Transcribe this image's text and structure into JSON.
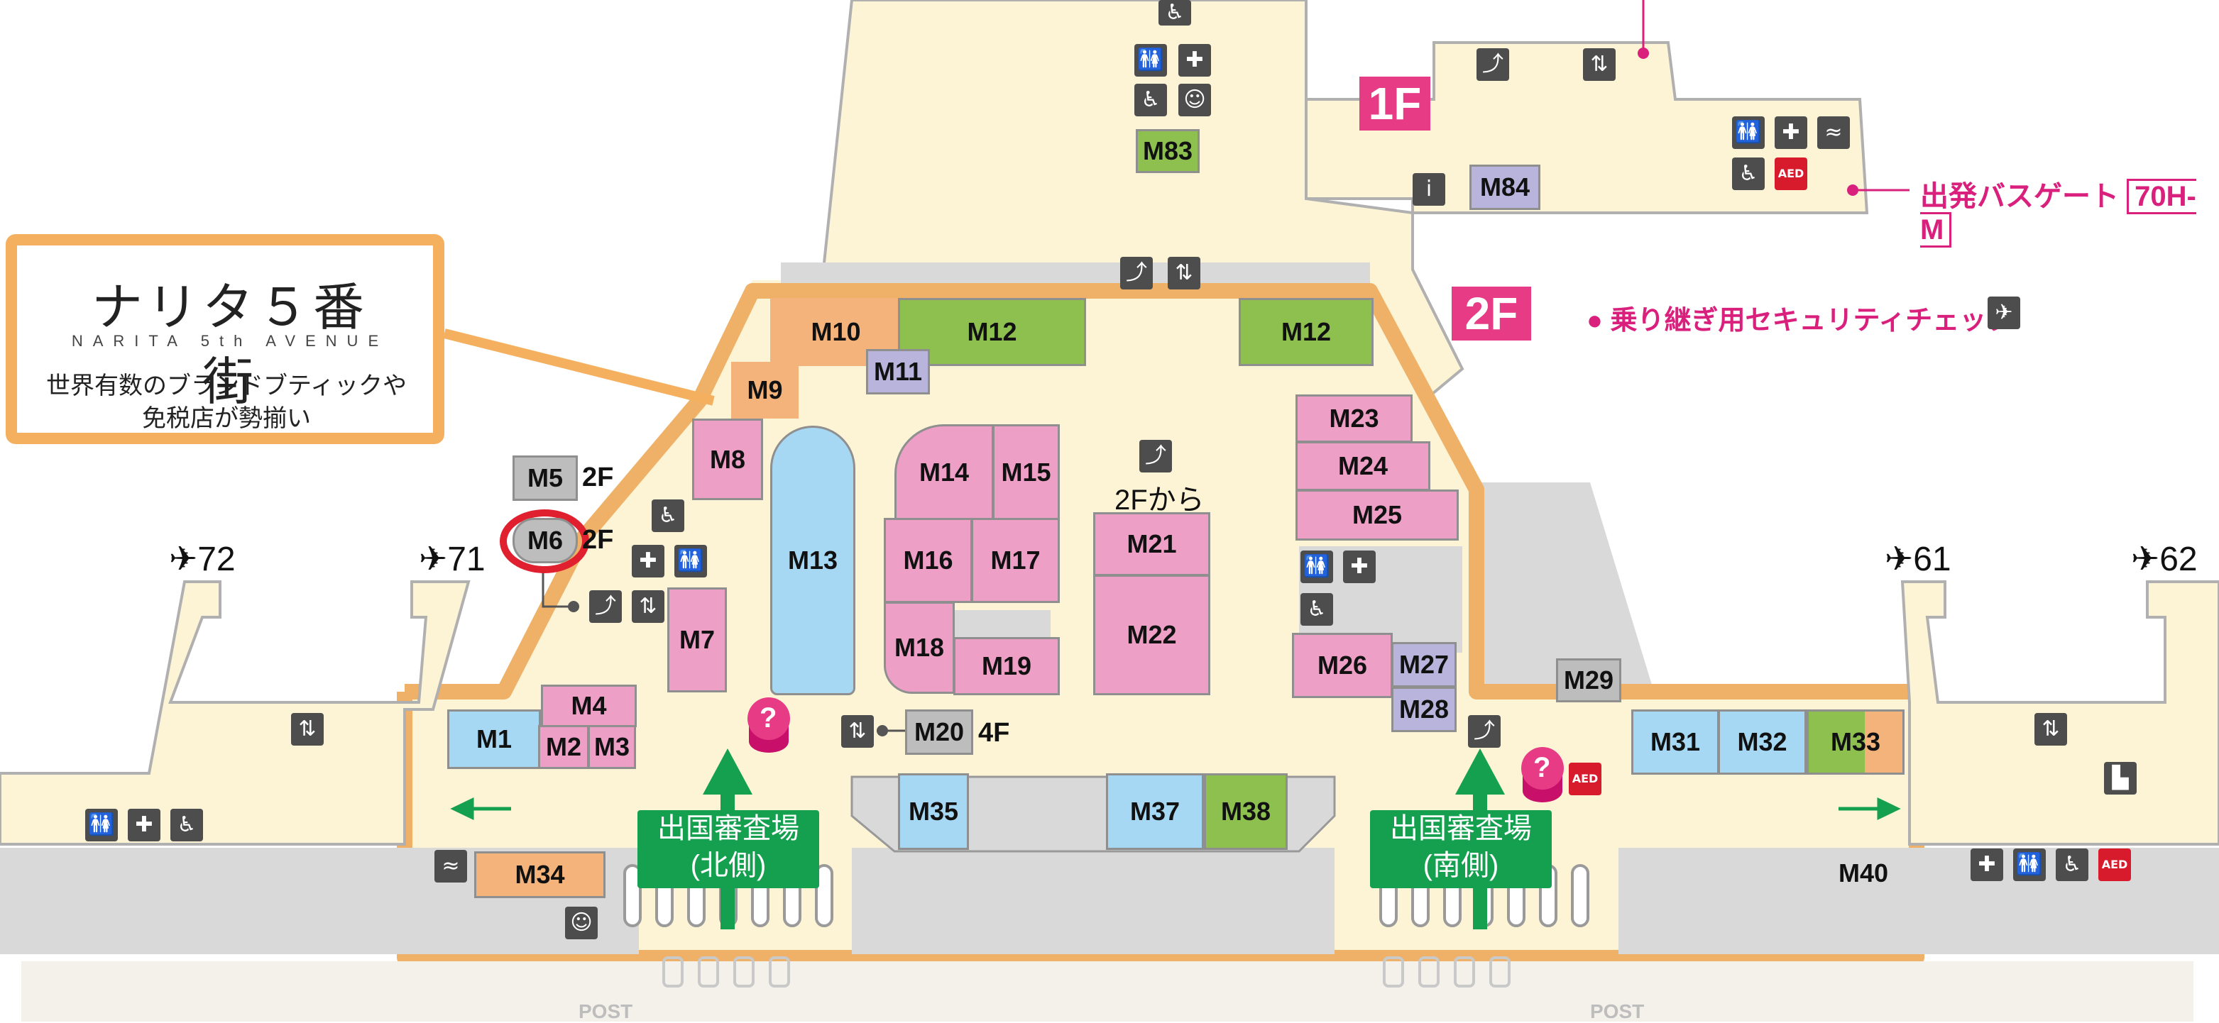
{
  "brand": {
    "title": "ナリタ５番街",
    "subtitle": "NARITA 5th AVENUE",
    "desc_line1": "世界有数のブランドブティックや",
    "desc_line2": "免税店が勢揃い"
  },
  "floors": {
    "f1": "1F",
    "f2": "2F"
  },
  "bus": {
    "label": "出発バスゲート",
    "gates": "70H-M"
  },
  "security": {
    "label": "乗り継ぎ用セキュリティチェック"
  },
  "from2f": "2Fから",
  "gates": {
    "g72": "72",
    "g71": "71",
    "g61": "61",
    "g62": "62"
  },
  "immigration": {
    "north_line1": "出国審査場",
    "north_line2": "(北側)",
    "south_line1": "出国審査場",
    "south_line2": "(南側)"
  },
  "floor_marks": {
    "m5": "2F",
    "m6": "2F",
    "m20": "4F"
  },
  "shops": {
    "M1": "M1",
    "M2": "M2",
    "M3": "M3",
    "M4": "M4",
    "M5": "M5",
    "M6": "M6",
    "M7": "M7",
    "M8": "M8",
    "M9": "M9",
    "M10": "M10",
    "M11": "M11",
    "M12a": "M12",
    "M12b": "M12",
    "M13": "M13",
    "M14": "M14",
    "M15": "M15",
    "M16": "M16",
    "M17": "M17",
    "M18": "M18",
    "M19": "M19",
    "M20": "M20",
    "M21": "M21",
    "M22": "M22",
    "M23": "M23",
    "M24": "M24",
    "M25": "M25",
    "M26": "M26",
    "M27": "M27",
    "M28": "M28",
    "M29": "M29",
    "M31": "M31",
    "M32": "M32",
    "M33": "M33",
    "M34": "M34",
    "M35": "M35",
    "M37": "M37",
    "M38": "M38",
    "M40": "M40",
    "M83": "M83",
    "M84": "M84"
  },
  "bottom_labels": {
    "post1": "POST",
    "post2": "POST"
  },
  "icon_text": {
    "aed": "AED"
  },
  "colors": {
    "floor": "#fdf4d6",
    "wall": "#eeb167",
    "corridor": "#d9d9d9",
    "shop_pink": "#ee9fc6",
    "shop_green": "#8dc04f",
    "shop_blue": "#a6d8f3",
    "shop_lavender": "#b9b4dc",
    "shop_orange": "#f3b37a",
    "accent": "#e83b86",
    "immigration": "#15a050",
    "highlight": "#e0202e"
  }
}
